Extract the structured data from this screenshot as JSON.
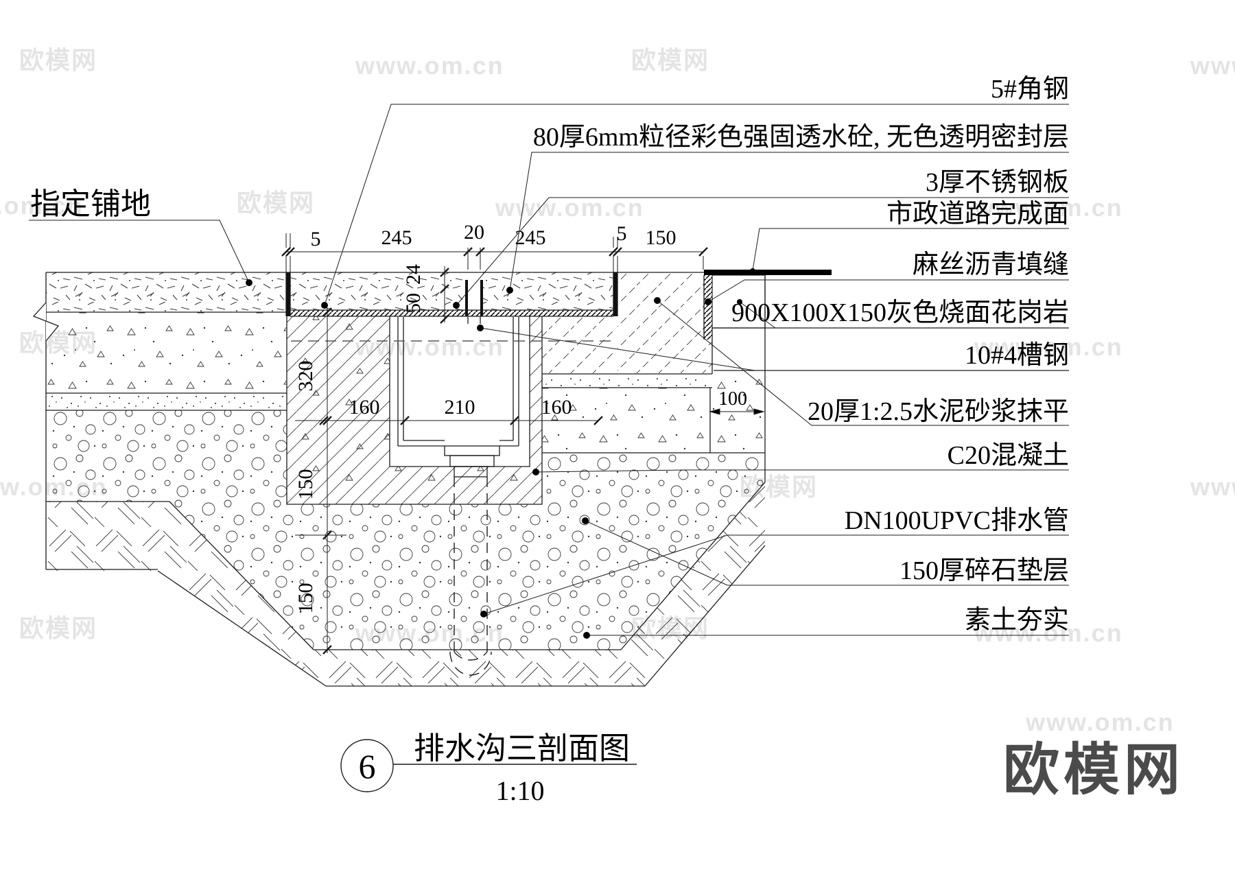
{
  "watermarks": {
    "brand": "欧模网",
    "site": "www.om.cn"
  },
  "logo_text": "欧模网",
  "title_block": {
    "number": "6",
    "title": "排水沟三剖面图",
    "scale": "1:10"
  },
  "left_label": {
    "text": "指定铺地"
  },
  "annotations": [
    {
      "text": "5#角钢"
    },
    {
      "text": "80厚6mm粒径彩色强固透水砼, 无色透明密封层"
    },
    {
      "text": "3厚不锈钢板"
    },
    {
      "text": "市政道路完成面"
    },
    {
      "text": "麻丝沥青填缝"
    },
    {
      "text": "900X100X150灰色烧面花岗岩"
    },
    {
      "text": "10#4槽钢"
    },
    {
      "text": "20厚1:2.5水泥砂浆抹平"
    },
    {
      "text": "C20混凝土"
    },
    {
      "text": "DN100UPVC排水管"
    },
    {
      "text": "150厚碎石垫层"
    },
    {
      "text": "素土夯实"
    }
  ],
  "dimensions": {
    "top": [
      "5",
      "245",
      "20",
      "245",
      "5",
      "150"
    ],
    "grate_vertical": [
      "24",
      "50"
    ],
    "left_chain": [
      "320",
      "150",
      "150"
    ],
    "inner_chain": [
      "160",
      "210",
      "160"
    ],
    "right_width": "100"
  }
}
